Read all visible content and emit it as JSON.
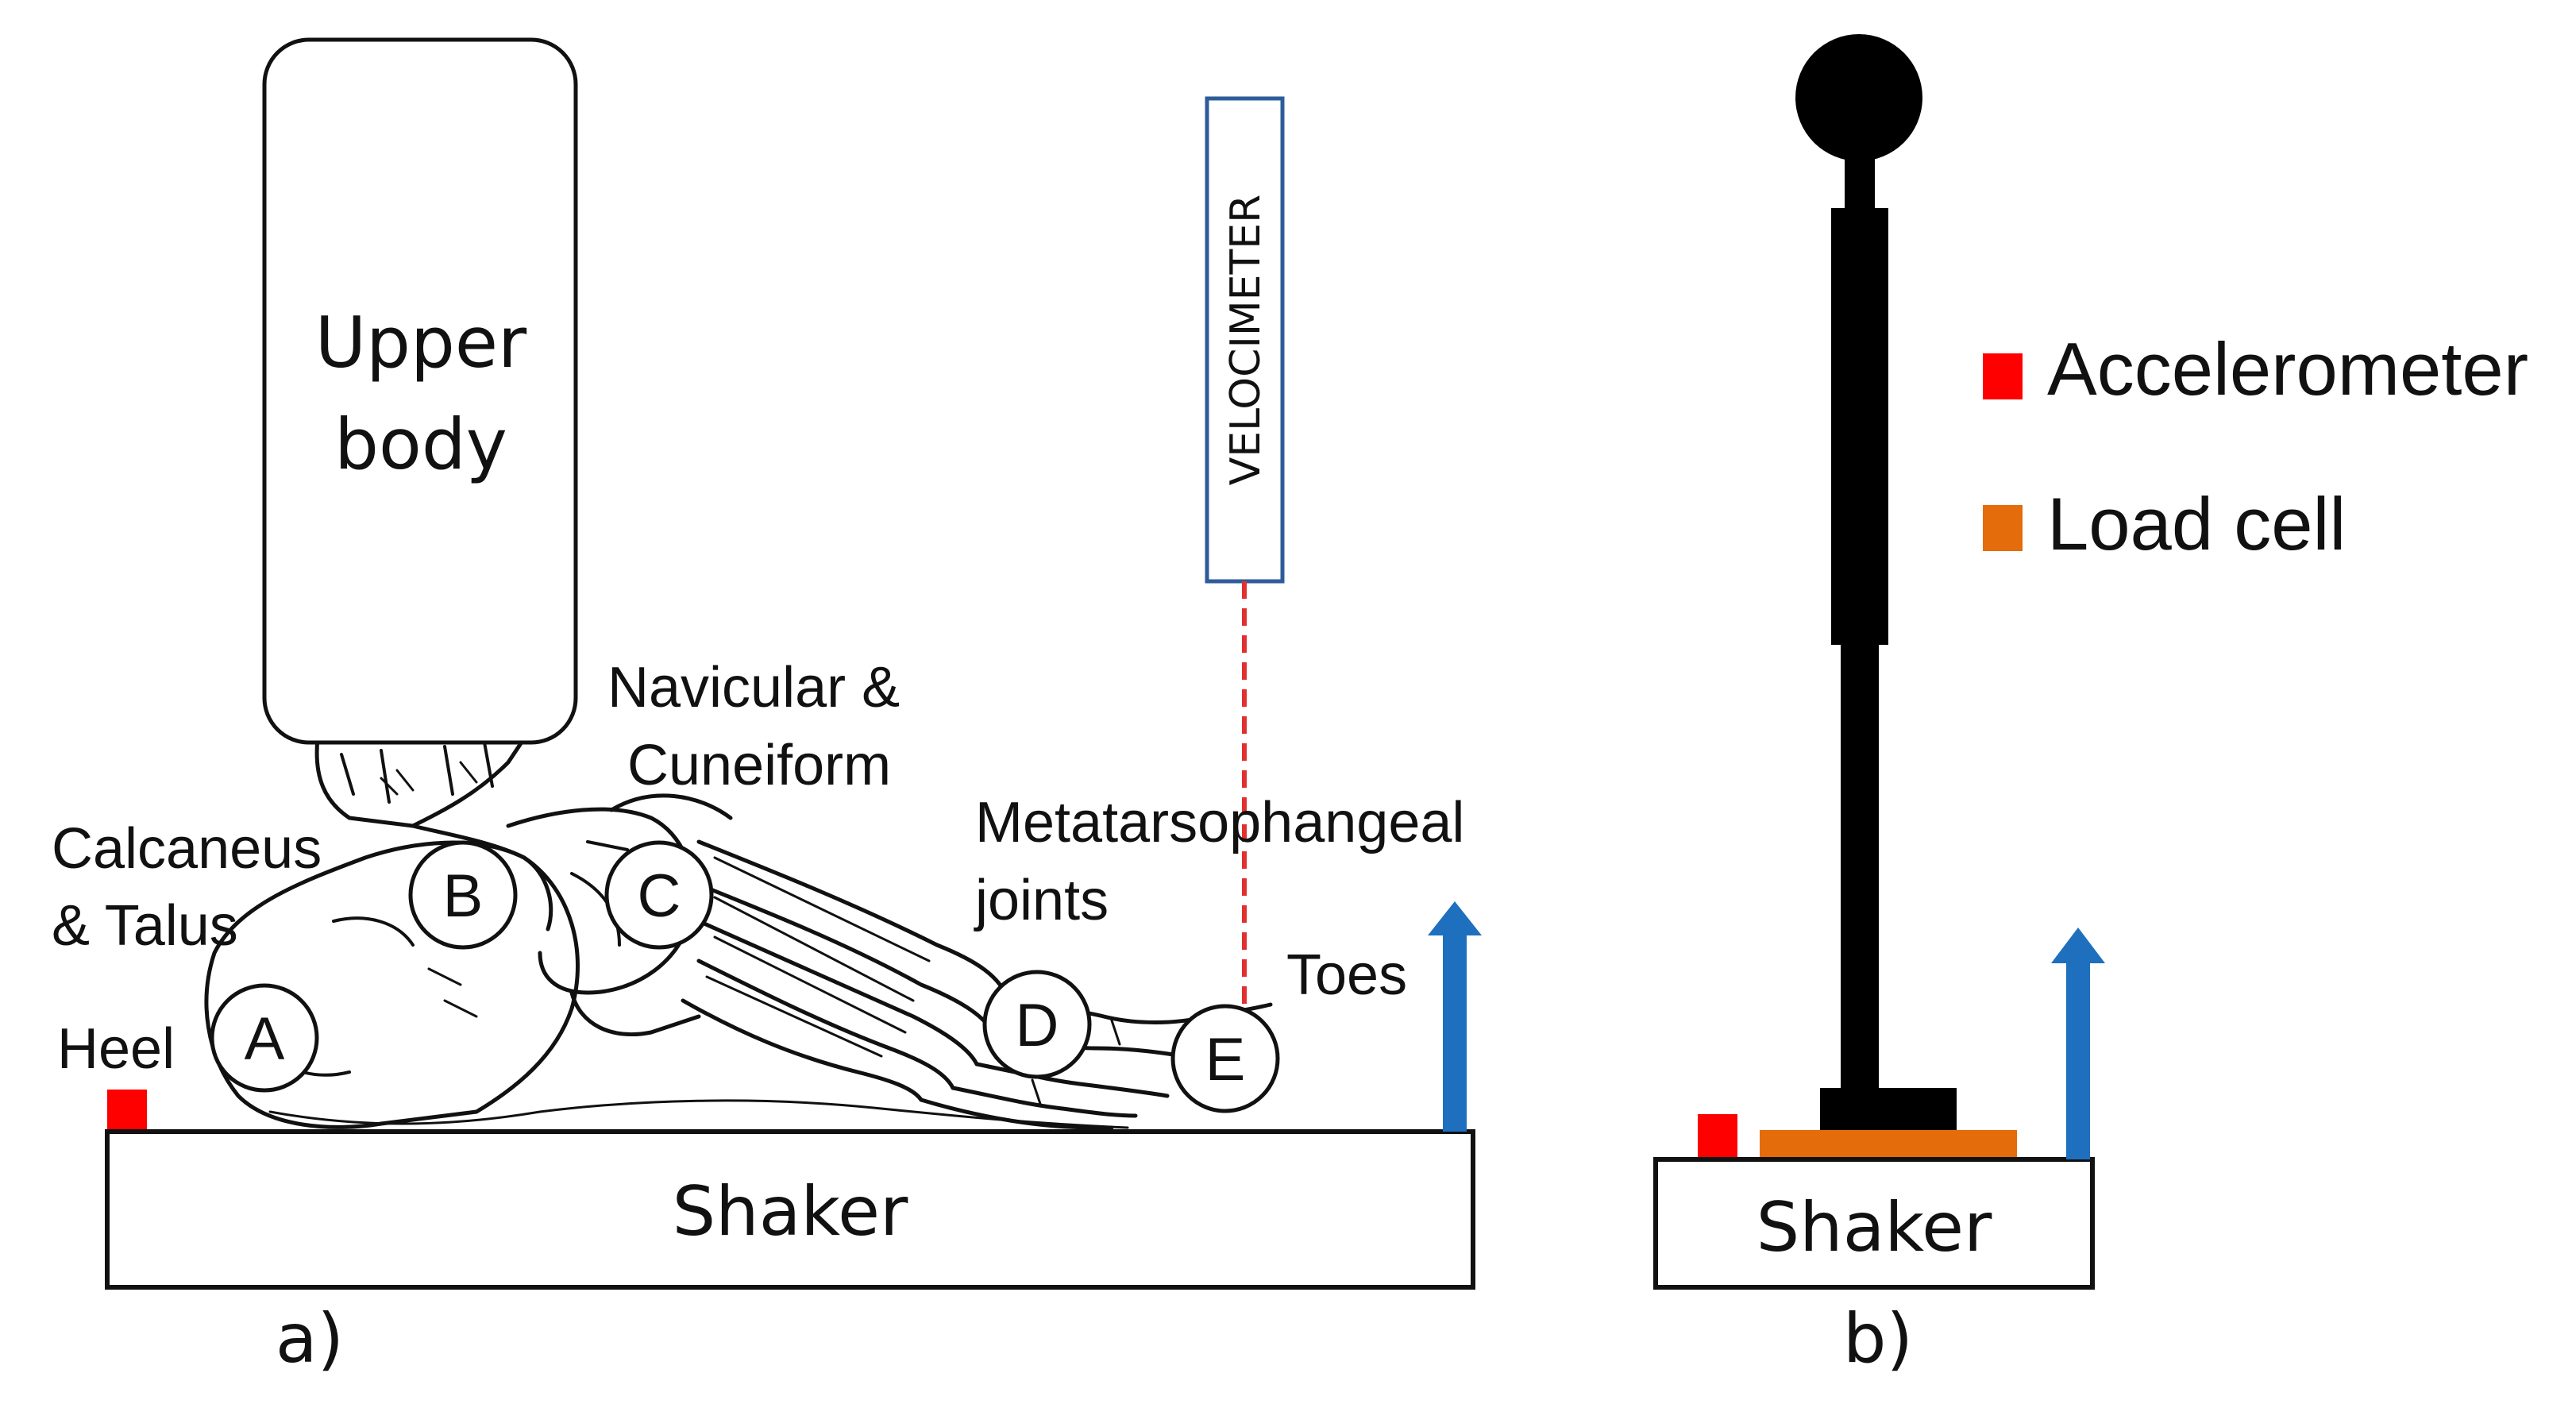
{
  "panel_a": {
    "upper_body_line1": "Upper",
    "upper_body_line2": "body",
    "velocimeter": "VELOCIMETER",
    "navicular_line1": "Navicular &",
    "navicular_line2": "Cuneiform",
    "calcaneus_line1": "Calcaneus",
    "calcaneus_line2": "& Talus",
    "metatarso_line1": "Metatarsophangeal",
    "metatarso_line2": "joints",
    "heel": "Heel",
    "toes": "Toes",
    "shaker": "Shaker",
    "caption": "a)",
    "points": [
      "A",
      "B",
      "C",
      "D",
      "E"
    ]
  },
  "panel_b": {
    "shaker": "Shaker",
    "caption": "b)"
  },
  "legend": {
    "accelerometer": "Accelerometer",
    "load_cell": "Load cell"
  },
  "colors": {
    "accelerometer": "#ff0000",
    "load_cell": "#e46c0a",
    "arrow": "#1f6fbf",
    "laser": "#e03030",
    "velocimeter_border": "#2e5c9a"
  }
}
